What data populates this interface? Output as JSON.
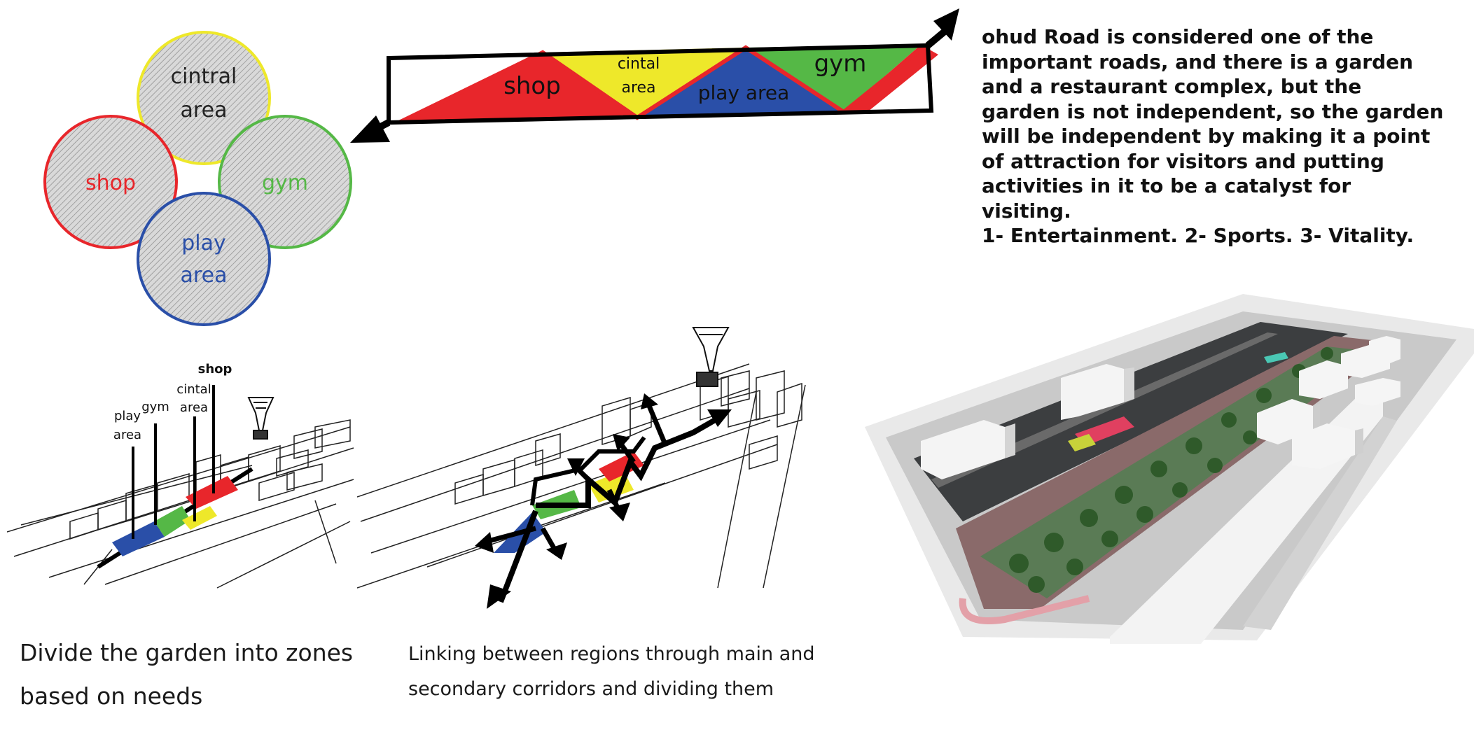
{
  "venn": {
    "top": "cintral\narea",
    "top_line1": "cintral",
    "top_line2": "area",
    "left": "shop",
    "right": "gym",
    "bottom_line1": "play",
    "bottom_line2": "area"
  },
  "strip": {
    "shop": "shop",
    "cintal_line1": "cintal",
    "cintal_line2": "area",
    "play": "play area",
    "gym": "gym"
  },
  "description": {
    "paragraph": "ohud Road is considered one of the important roads, and there is a garden and a restaurant complex, but the garden is not independent, so the garden will be independent by making it a point of attraction for visitors and putting activities in it to be a catalyst for visiting.",
    "list": "1- Entertainment.  2- Sports.  3- Vitality."
  },
  "zones_sketch": {
    "play_line1": "play",
    "play_line2": "area",
    "gym": "gym",
    "cintal_line1": "cintal",
    "cintal_line2": "area",
    "shop": "shop"
  },
  "captions": {
    "zones": "Divide the garden into zones based on needs",
    "linking": "Linking between regions through main and secondary corridors and dividing them"
  },
  "colors": {
    "red": "#e8262b",
    "yellow": "#eee82a",
    "blue": "#2a4fa8",
    "green": "#55b846",
    "black": "#000000"
  }
}
